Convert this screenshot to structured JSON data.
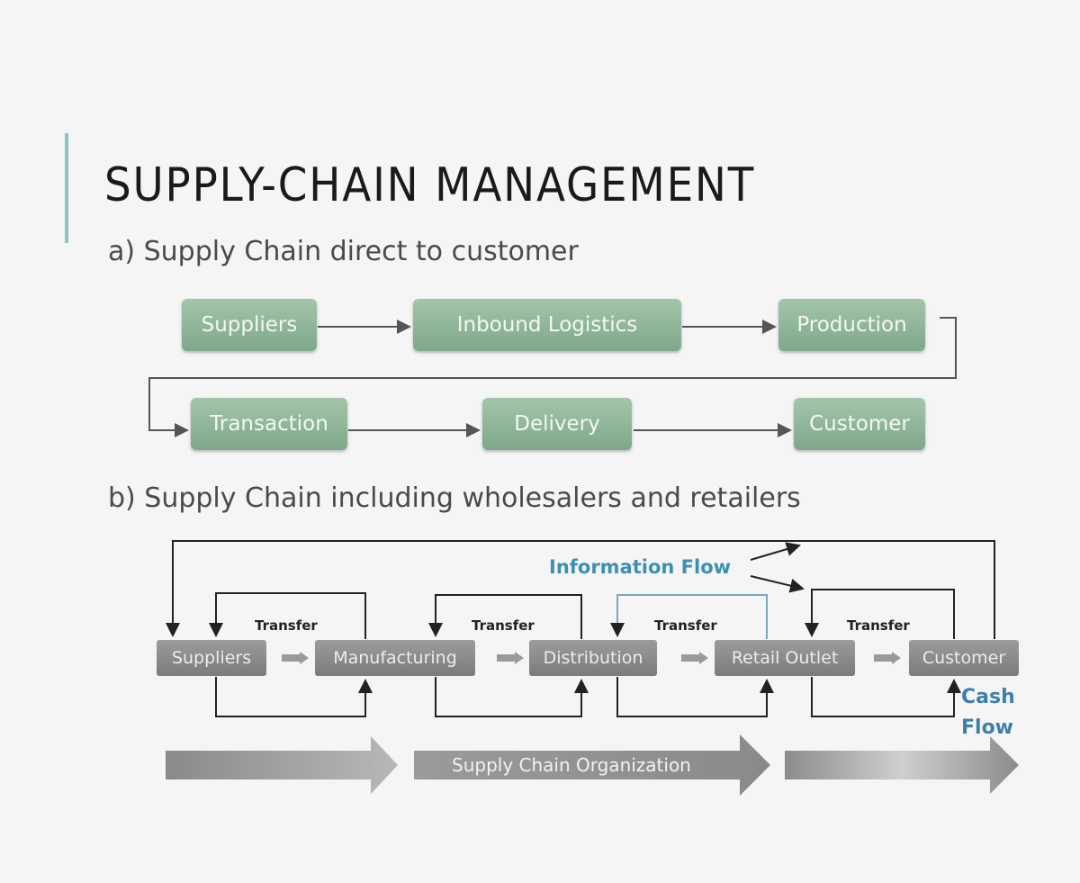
{
  "title": "SUPPLY-CHAIN MANAGEMENT",
  "section_a": {
    "heading": "a) Supply Chain direct to customer",
    "nodes": [
      "Suppliers",
      "Inbound Logistics",
      "Production",
      "Transaction",
      "Delivery",
      "Customer"
    ]
  },
  "section_b": {
    "heading": "b) Supply Chain including wholesalers and retailers",
    "nodes": [
      "Suppliers",
      "Manufacturing",
      "Distribution",
      "Retail Outlet",
      "Customer"
    ],
    "transfer_labels": [
      "Transfer",
      "Transfer",
      "Transfer",
      "Transfer"
    ],
    "information_flow": "Information Flow",
    "cash_flow_line1": "Cash",
    "cash_flow_line2": "Flow",
    "organization_label": "Supply Chain Organization"
  },
  "colors": {
    "accent": "#8fc2c2",
    "green_box": "#8fb397",
    "grey_box": "#8c8c8c",
    "flow_text": "#3f8fb0"
  }
}
